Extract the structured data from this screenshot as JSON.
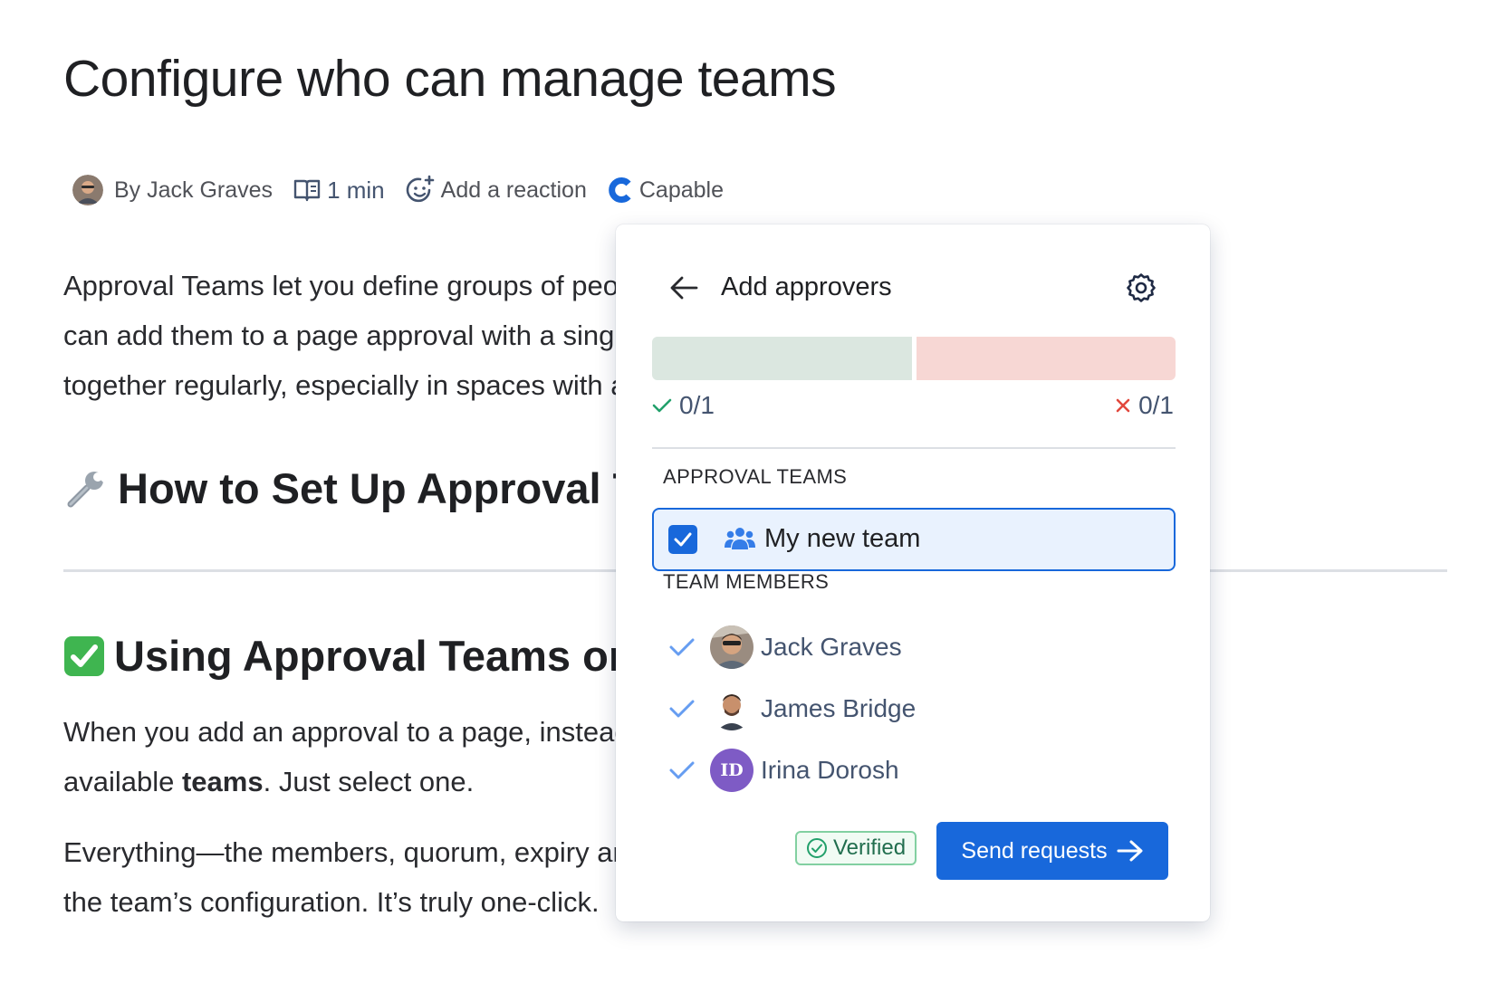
{
  "page": {
    "title": "Configure who can manage teams",
    "byline": {
      "author": "By Jack Graves",
      "read_time": "1 min",
      "reaction_label": "Add a reaction",
      "app_name": "Capable"
    }
  },
  "article": {
    "intro_lines": [
      "Approval Teams let you define groups of people who review content together - so you",
      "can add them to a page approval with a single click. Ideal for teams who work",
      "together regularly, especially in spaces with a consistent review workflow."
    ],
    "heading_setup": "How to Set Up Approval Teams",
    "heading_using": "Using Approval Teams on a Page",
    "using_line1": "When you add an approval to a page, instead of picking individuals you’ll see a list of",
    "using_line2_before": "available ",
    "using_line2_bold": "teams",
    "using_line2_after": ". Just select one.",
    "everything_lines": [
      "Everything—the members, quorum, expiry and rules—is applied automatically from",
      "the team’s configuration. It’s truly one-click."
    ]
  },
  "popup": {
    "title": "Add approvers",
    "approvals": {
      "approved": 0,
      "rejected": 0,
      "required": 1
    },
    "approved_count": "0/1",
    "rejected_count": "0/1",
    "approval_teams_label": "APPROVAL TEAMS",
    "team": {
      "name": "My new team",
      "checked": true
    },
    "team_members_label": "TEAM MEMBERS",
    "members": [
      {
        "name": "Jack Graves",
        "avatar": "photo"
      },
      {
        "name": "James Bridge",
        "avatar": "photo"
      },
      {
        "name": "Irina Dorosh",
        "avatar": "initials",
        "initials": "ID"
      }
    ],
    "verified_label": "Verified",
    "send_button_label": "Send requests"
  },
  "colors": {
    "accent": "#1868db",
    "approve_bar": "#dbe7e0",
    "reject_bar": "#f7d7d4",
    "success": "#22a06b",
    "danger": "#e2483d",
    "initials_avatar": "#7e5bc5"
  },
  "icons": {
    "byline": [
      "author-avatar",
      "book-icon",
      "add-reaction-icon",
      "capable-logo-icon"
    ],
    "popup": [
      "arrow-left-icon",
      "gear-icon",
      "check-icon",
      "close-icon",
      "people-icon",
      "check-circle-icon",
      "arrow-right-icon"
    ]
  }
}
